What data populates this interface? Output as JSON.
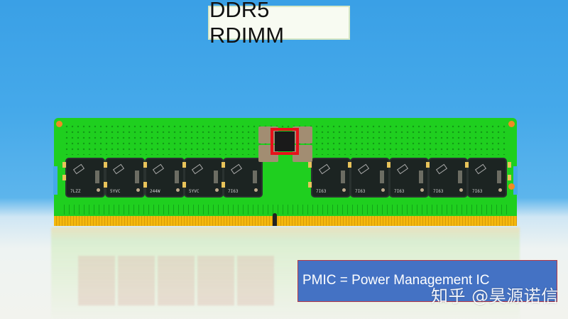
{
  "title": "DDR5 RDIMM",
  "annotation": "PMIC = Power Management IC",
  "watermark": "知乎 @昊源诺信",
  "colors": {
    "background_blue": "#45a9ea",
    "pcb_green": "#1fcf1f",
    "gold_contacts": "#f4b80e",
    "highlight_red": "#e8101a",
    "annotation_box": "#4472c4"
  },
  "module": {
    "dram_chips_left": [
      {
        "code": "7LZZ"
      },
      {
        "code": "5YVC"
      },
      {
        "code": "244W"
      },
      {
        "code": "5YVC"
      },
      {
        "code": "7I63"
      }
    ],
    "dram_chips_right": [
      {
        "code": "7I63"
      },
      {
        "code": "7I63"
      },
      {
        "code": "7I63"
      },
      {
        "code": "7I63"
      },
      {
        "code": "7I63"
      }
    ],
    "highlighted_component": "PMIC"
  }
}
